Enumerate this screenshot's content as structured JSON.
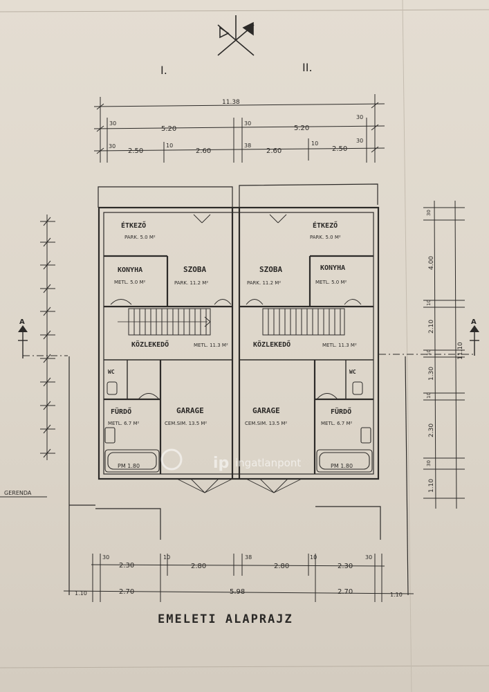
{
  "title": "EMELETI ALAPRAJZ",
  "units": {
    "left": "I.",
    "right": "II."
  },
  "top_dims": {
    "overall": "11.38",
    "row2": [
      "30",
      "5.20",
      "30",
      "5.20",
      "30"
    ],
    "row3": [
      "30",
      "2.50",
      "10",
      "2.60",
      "38",
      "2.60",
      "10",
      "2.50",
      "30"
    ]
  },
  "bottom_dims": {
    "row1": [
      "30",
      "2.30",
      "10",
      "2.80",
      "38",
      "2.80",
      "10",
      "2.30",
      "30"
    ],
    "row2": [
      "1.10",
      "2.70",
      "5.98",
      "2.70",
      "1.10"
    ]
  },
  "right_dims": [
    "30",
    "4.00",
    "10",
    "2.10",
    "10",
    "1.30",
    "10",
    "2.30",
    "30",
    "1.10"
  ],
  "right_overall": "11.10",
  "rooms": {
    "etkezo": {
      "name": "ÉTKEZŐ",
      "spec": "PARK. 5.0 M²"
    },
    "konyha": {
      "name": "KONYHA",
      "spec": "METL. 5.0 M²"
    },
    "szoba": {
      "name": "SZOBA",
      "spec": "PARK. 11.2 M²"
    },
    "kozlekedo": {
      "name": "KÖZLEKEDŐ",
      "spec": "METL. 11.3 M²"
    },
    "wc": {
      "name": "WC"
    },
    "furdo": {
      "name": "FÜRDŐ",
      "spec": "METL. 6.7 M²"
    },
    "garage": {
      "name": "GARAGE",
      "spec": "CEM.SIM. 13.5 M²"
    }
  },
  "section_marker": "A",
  "gerenda": "GERENDA",
  "pm": "PM 1.80",
  "watermark": "ingatlanpont",
  "colors": {
    "paper": "#e0d9ce",
    "ink": "#2c2a28"
  }
}
